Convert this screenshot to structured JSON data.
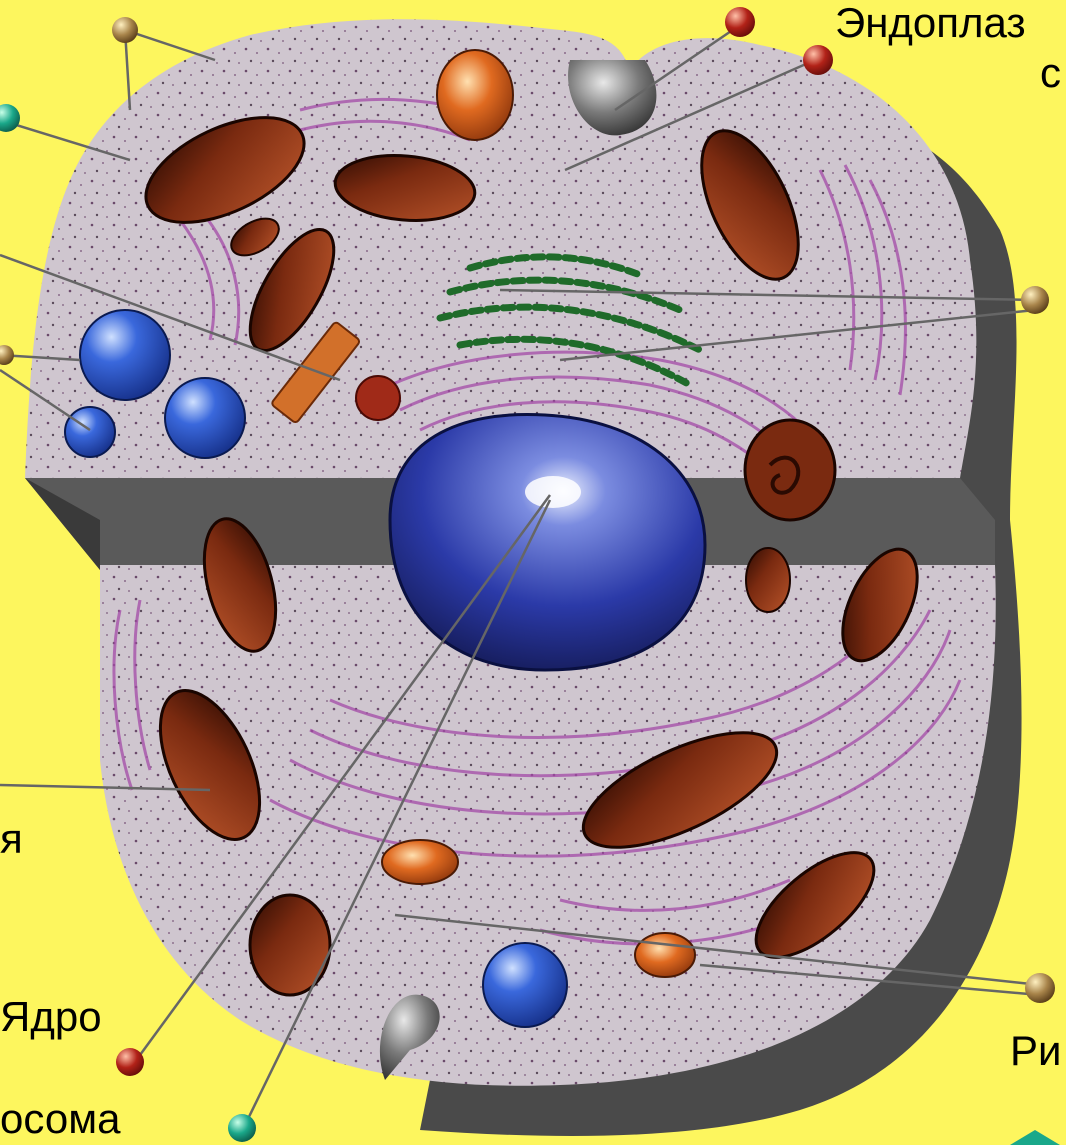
{
  "labels": {
    "top_right_line1": "Эндоплаз",
    "top_right_line2": "с",
    "left_mid": "я",
    "left_nucleus": "Ядро",
    "bottom_left": "осома",
    "bottom_right": "Ри"
  },
  "colors": {
    "background": "#fdf65e",
    "cytoplasm": "#cfc6cf",
    "cell_shadow": "#4a4a4a",
    "mitochondria": "#7a2a10",
    "nucleus": "#2b3aa8",
    "vacuole": "#2a55c8",
    "golgi": "#1f6b2a",
    "er": "#a44aa8",
    "pin_teal": "#1aa88a",
    "pin_red": "#b22218",
    "pin_tan": "#a8844a"
  },
  "icons": [
    "pin-marker-icon",
    "nav-arrow-icon"
  ]
}
